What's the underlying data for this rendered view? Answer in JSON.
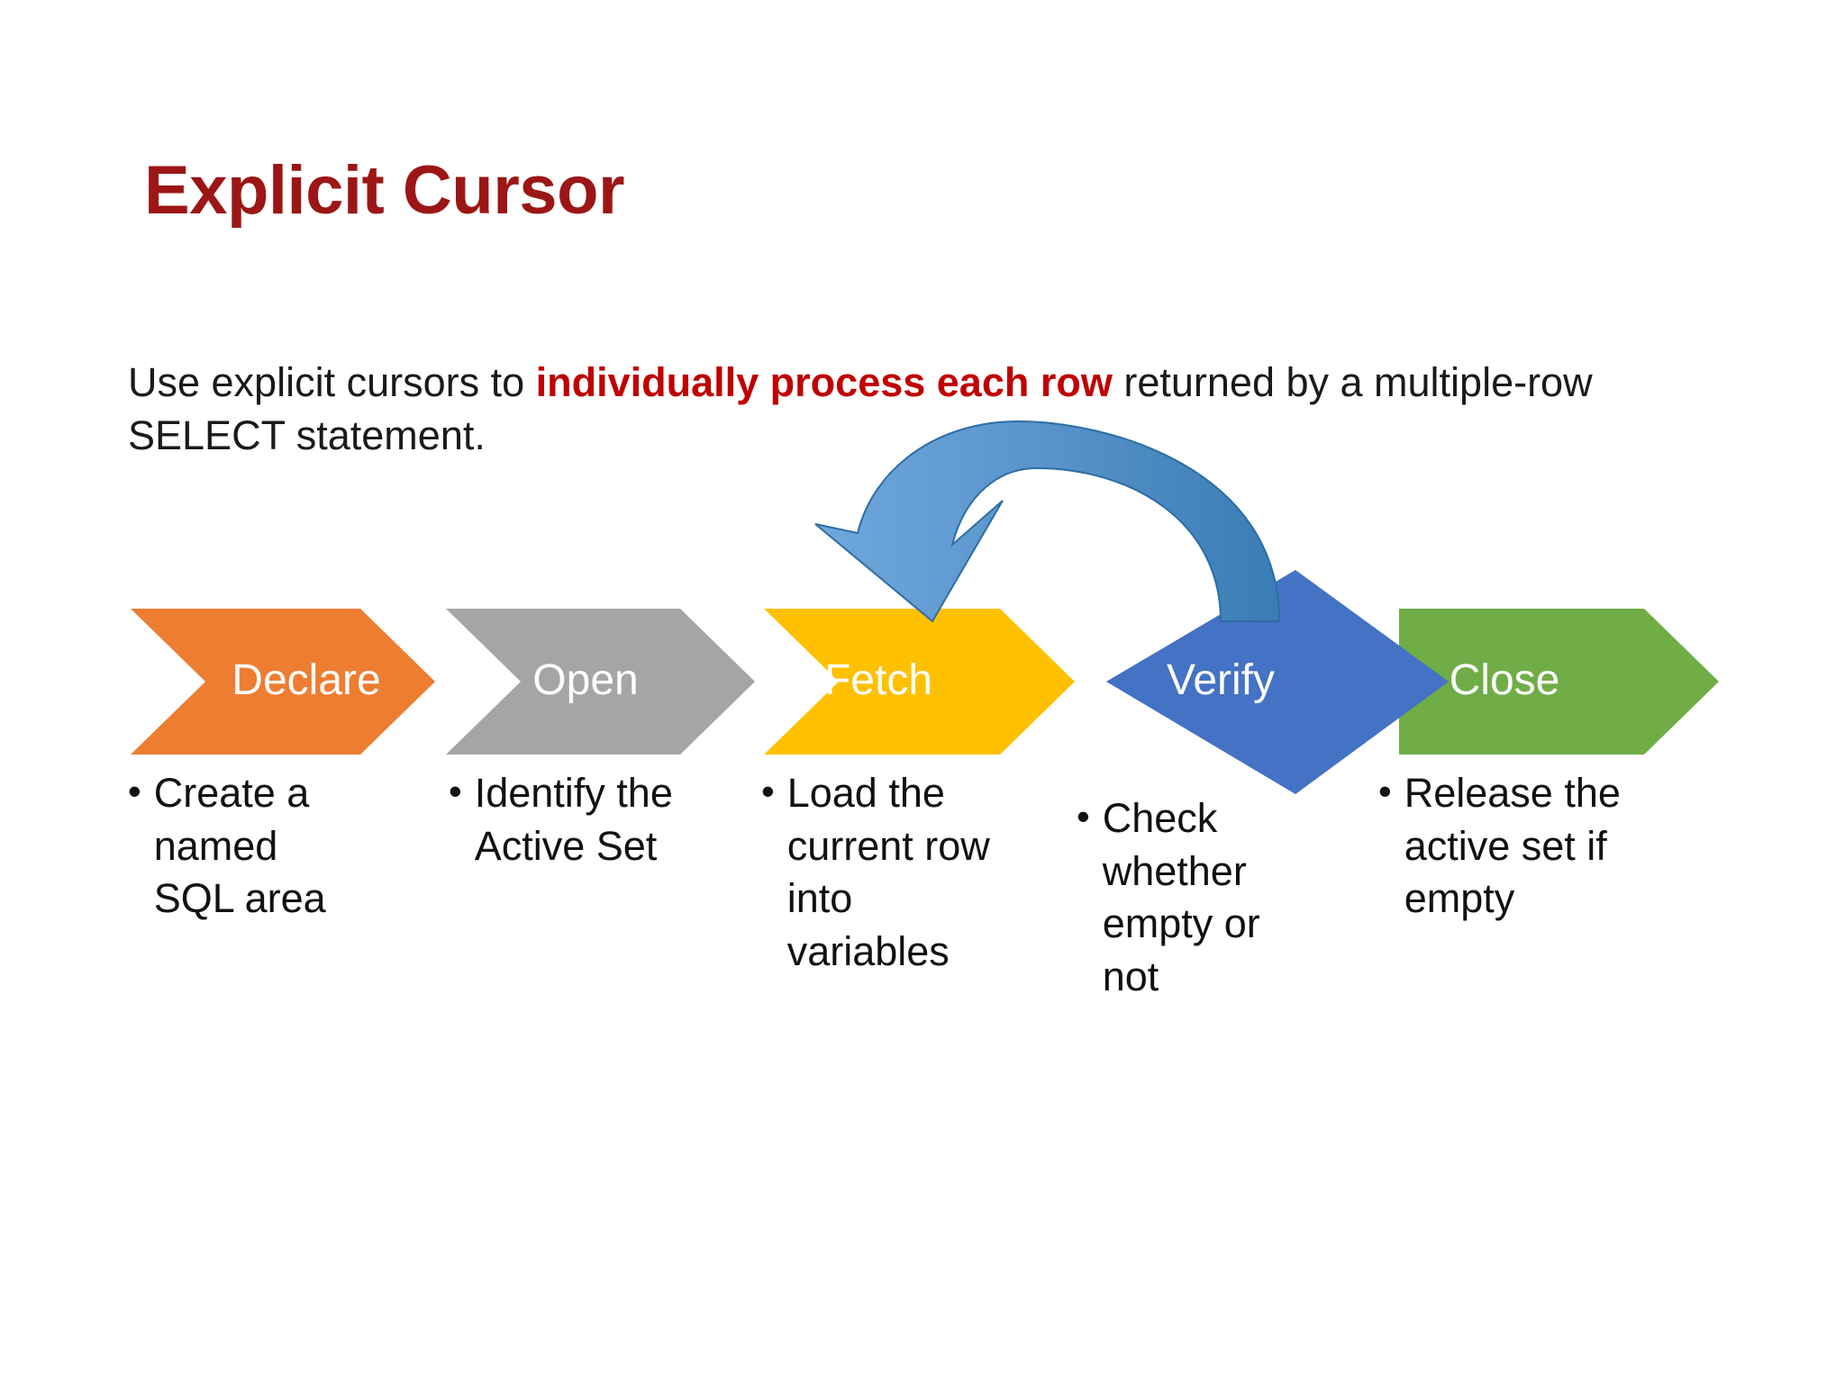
{
  "slide": {
    "title": "Explicit Cursor",
    "title_color": "#9C1616",
    "background": "#ffffff",
    "intro": {
      "part1": "Use explicit cursors to ",
      "highlight": "individually process each row",
      "highlight_color": "#C00000",
      "part2": " returned by a multiple-row SELECT statement."
    }
  },
  "process": {
    "loop_arrow": {
      "name": "loop-back-arrow",
      "from": "Verify",
      "to": "Fetch",
      "color_light": "#6FA8DC",
      "color_dark": "#2E6DA4"
    },
    "steps": [
      {
        "label": "Declare",
        "shape": "chevron",
        "color": "#ED7D31",
        "text_color": "#ffffff",
        "bullet": "Create a named SQL area"
      },
      {
        "label": "Open",
        "shape": "chevron",
        "color": "#A5A5A5",
        "text_color": "#ffffff",
        "bullet": "Identify the Active Set"
      },
      {
        "label": "Fetch",
        "shape": "chevron",
        "color": "#FFC000",
        "text_color": "#ffffff",
        "bullet": "Load the current row into variables"
      },
      {
        "label": "Verify",
        "shape": "diamond",
        "color": "#4472C4",
        "text_color": "#ffffff",
        "bullet": "Check whether empty or not"
      },
      {
        "label": "Close",
        "shape": "chevron",
        "color": "#70AD47",
        "text_color": "#ffffff",
        "bullet": "Release the active set if empty"
      }
    ],
    "bullet_glyph": "•"
  }
}
